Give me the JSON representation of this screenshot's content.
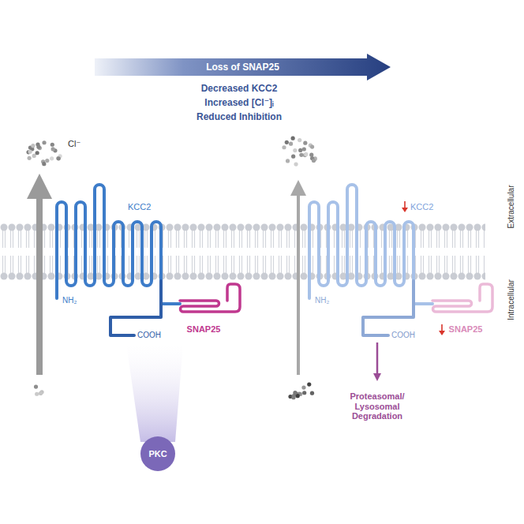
{
  "diagram": {
    "nodes": [
      {
        "text": [
          "Loss of SNAP25"
        ]
      },
      {
        "text": [
          "PKC"
        ]
      }
    ],
    "labels": [
      "Decreased KCC2",
      "Increased [Cl⁻]ᵢ",
      "Reduced Inhibition",
      "Cl⁻",
      "KCC2",
      "NH₂",
      "COOH",
      "SNAP25",
      "KCC2",
      "NH₂",
      "COOH",
      "SNAP25",
      "Proteasomal/ Lysosomal Degradation",
      "Extracellular",
      "Intracellular"
    ]
  }
}
